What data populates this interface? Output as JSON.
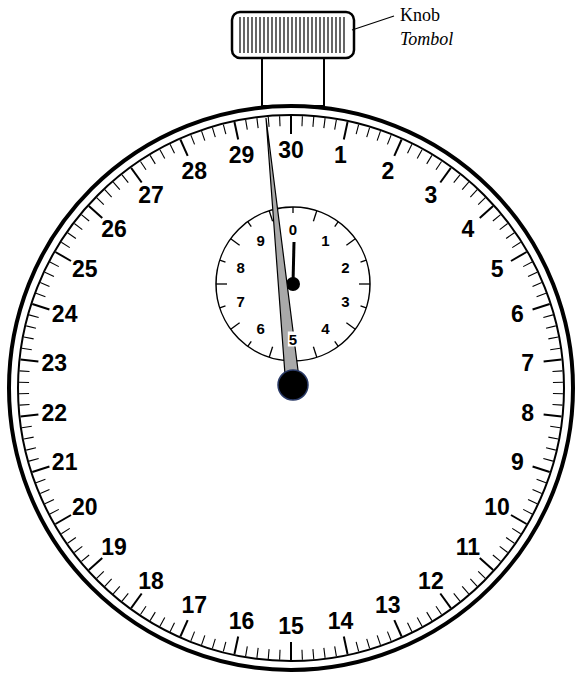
{
  "diagram": {
    "labels": [
      "Knob",
      "Tombol",
      "30",
      "1",
      "2",
      "3",
      "4",
      "5",
      "6",
      "7",
      "8",
      "9",
      "10",
      "11",
      "12",
      "13",
      "14",
      "15",
      "16",
      "17",
      "18",
      "19",
      "20",
      "21",
      "22",
      "23",
      "24",
      "25",
      "26",
      "27",
      "28",
      "29",
      "0",
      "1",
      "2",
      "3",
      "4",
      "5",
      "6",
      "7",
      "8",
      "9"
    ]
  }
}
